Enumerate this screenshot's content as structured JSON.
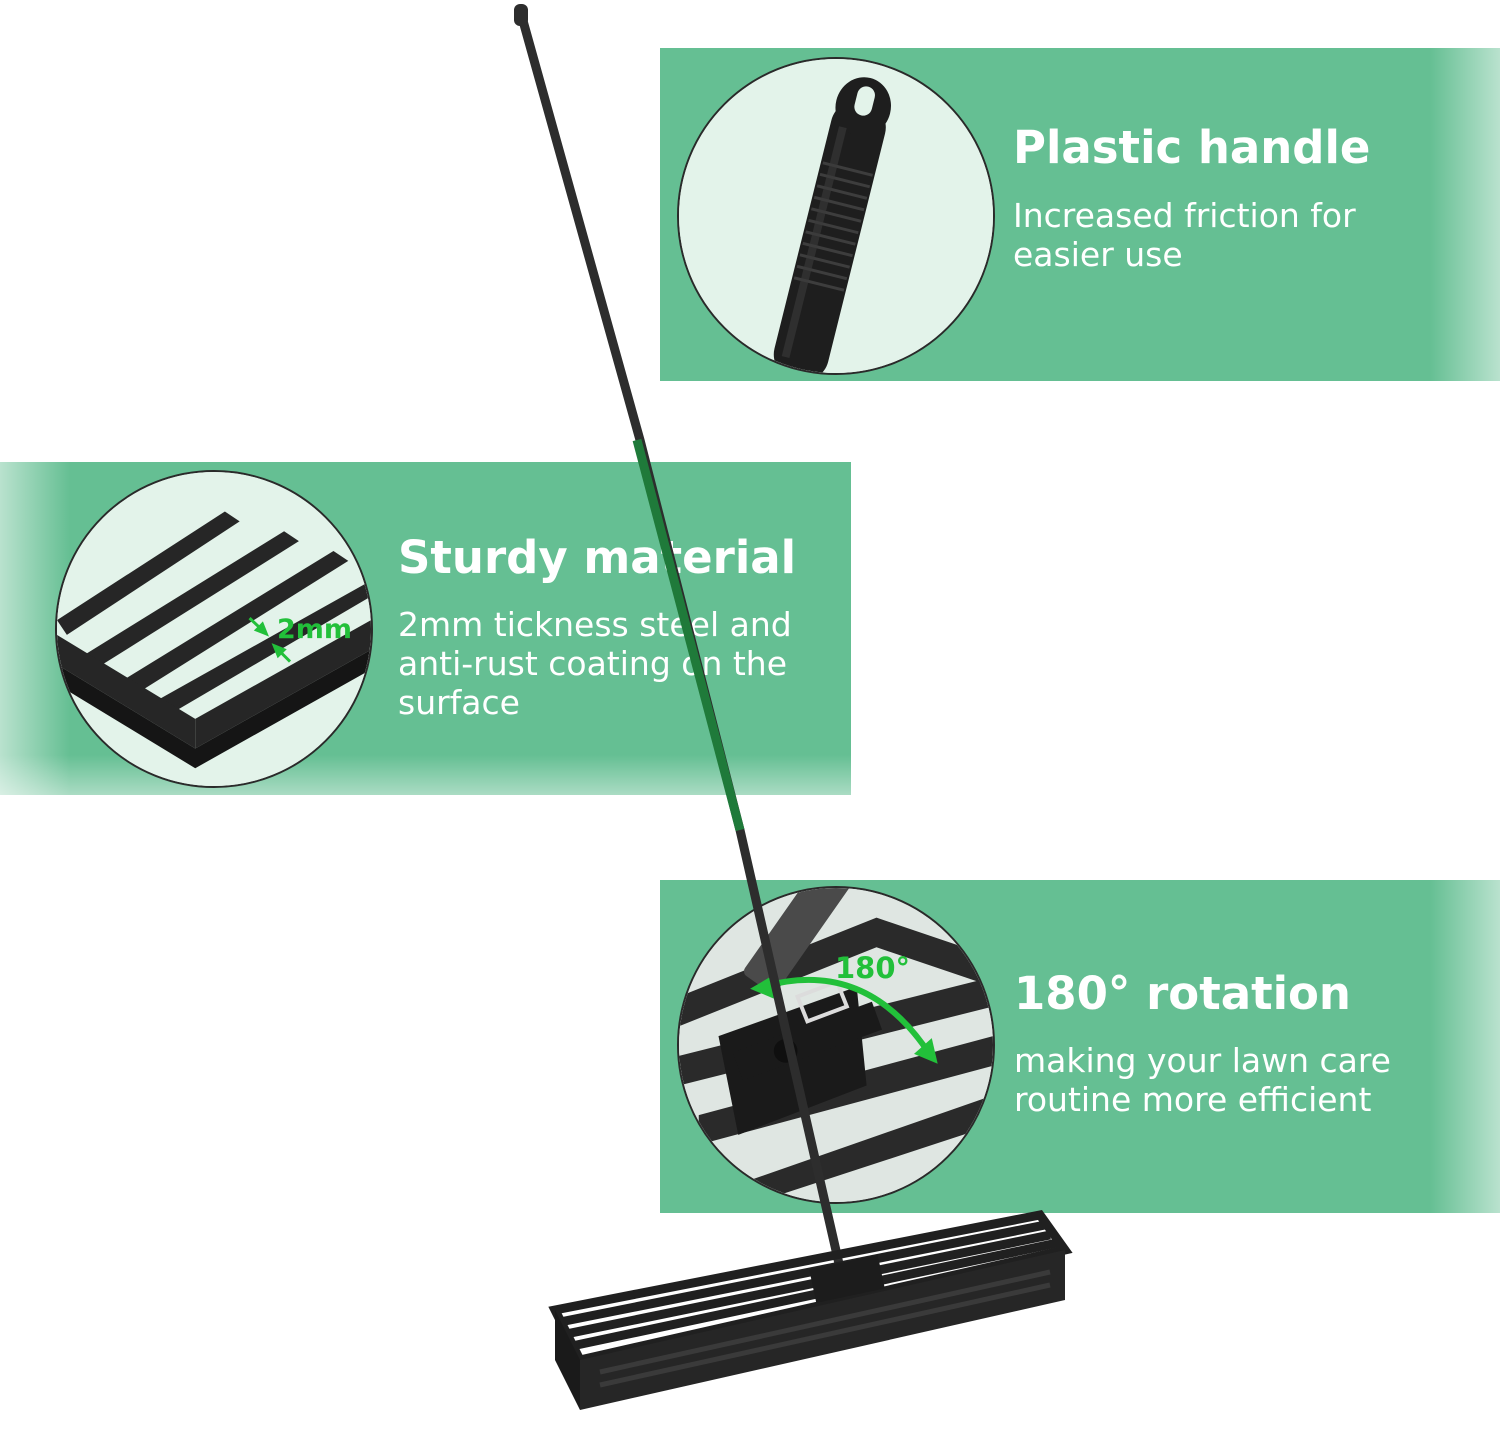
{
  "features": [
    {
      "title": "Plastic handle",
      "desc_lines": [
        "Increased friction for",
        "easier use"
      ]
    },
    {
      "title": "Sturdy material",
      "desc_lines": [
        "2mm tickness steel and",
        "anti-rust coating on the",
        "surface"
      ],
      "callout": "2mm"
    },
    {
      "title": "180° rotation",
      "desc_lines": [
        "making your lawn care",
        "routine more efficient"
      ],
      "callout": "180°"
    }
  ],
  "colors": {
    "panel": "#65bf93",
    "text": "#ffffff",
    "callout": "#22c03a",
    "steel": "#2b2b2b"
  }
}
